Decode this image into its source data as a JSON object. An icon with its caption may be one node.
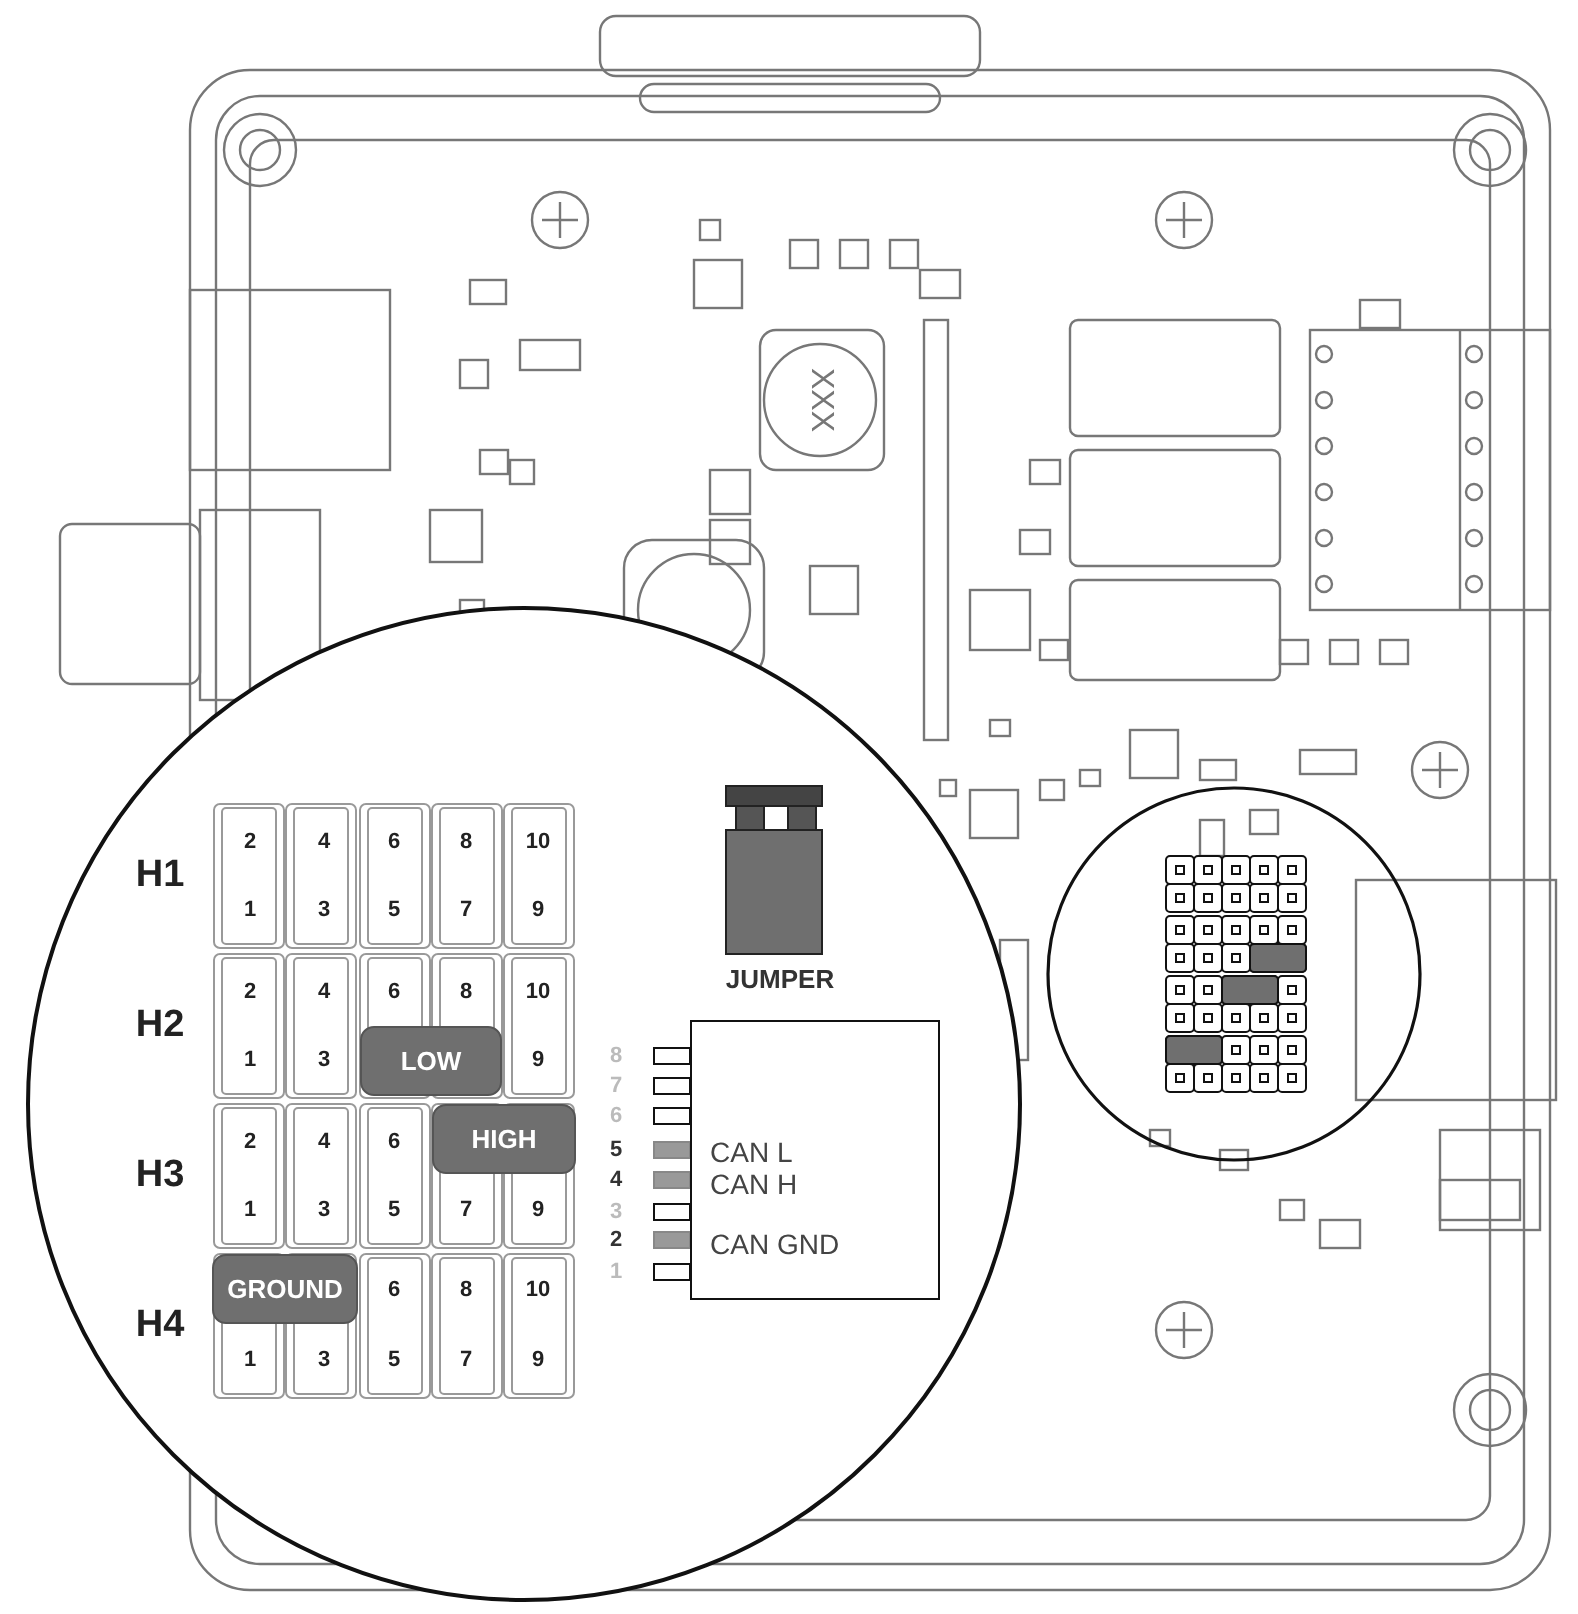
{
  "diagram": {
    "nodes": [
      {
        "text": [
          "JUMPER"
        ]
      },
      {
        "text": [
          "LOW"
        ]
      },
      {
        "text": [
          "HIGH"
        ]
      },
      {
        "text": [
          "GROUND"
        ]
      },
      {
        "text": [
          "CAN L",
          "CAN H",
          "CAN GND"
        ]
      }
    ],
    "labels": [
      "XXX",
      "H1",
      "2",
      "4",
      "6",
      "8",
      "10",
      "1",
      "3",
      "5",
      "7",
      "9",
      "H2",
      "2",
      "4",
      "6",
      "8",
      "10",
      "1",
      "3",
      "9",
      "H3",
      "2",
      "4",
      "6",
      "1",
      "3",
      "5",
      "7",
      "9",
      "H4",
      "6",
      "8",
      "10",
      "1",
      "3",
      "5",
      "7",
      "9",
      "8",
      "7",
      "6",
      "5",
      "4",
      "3",
      "2",
      "1"
    ]
  }
}
